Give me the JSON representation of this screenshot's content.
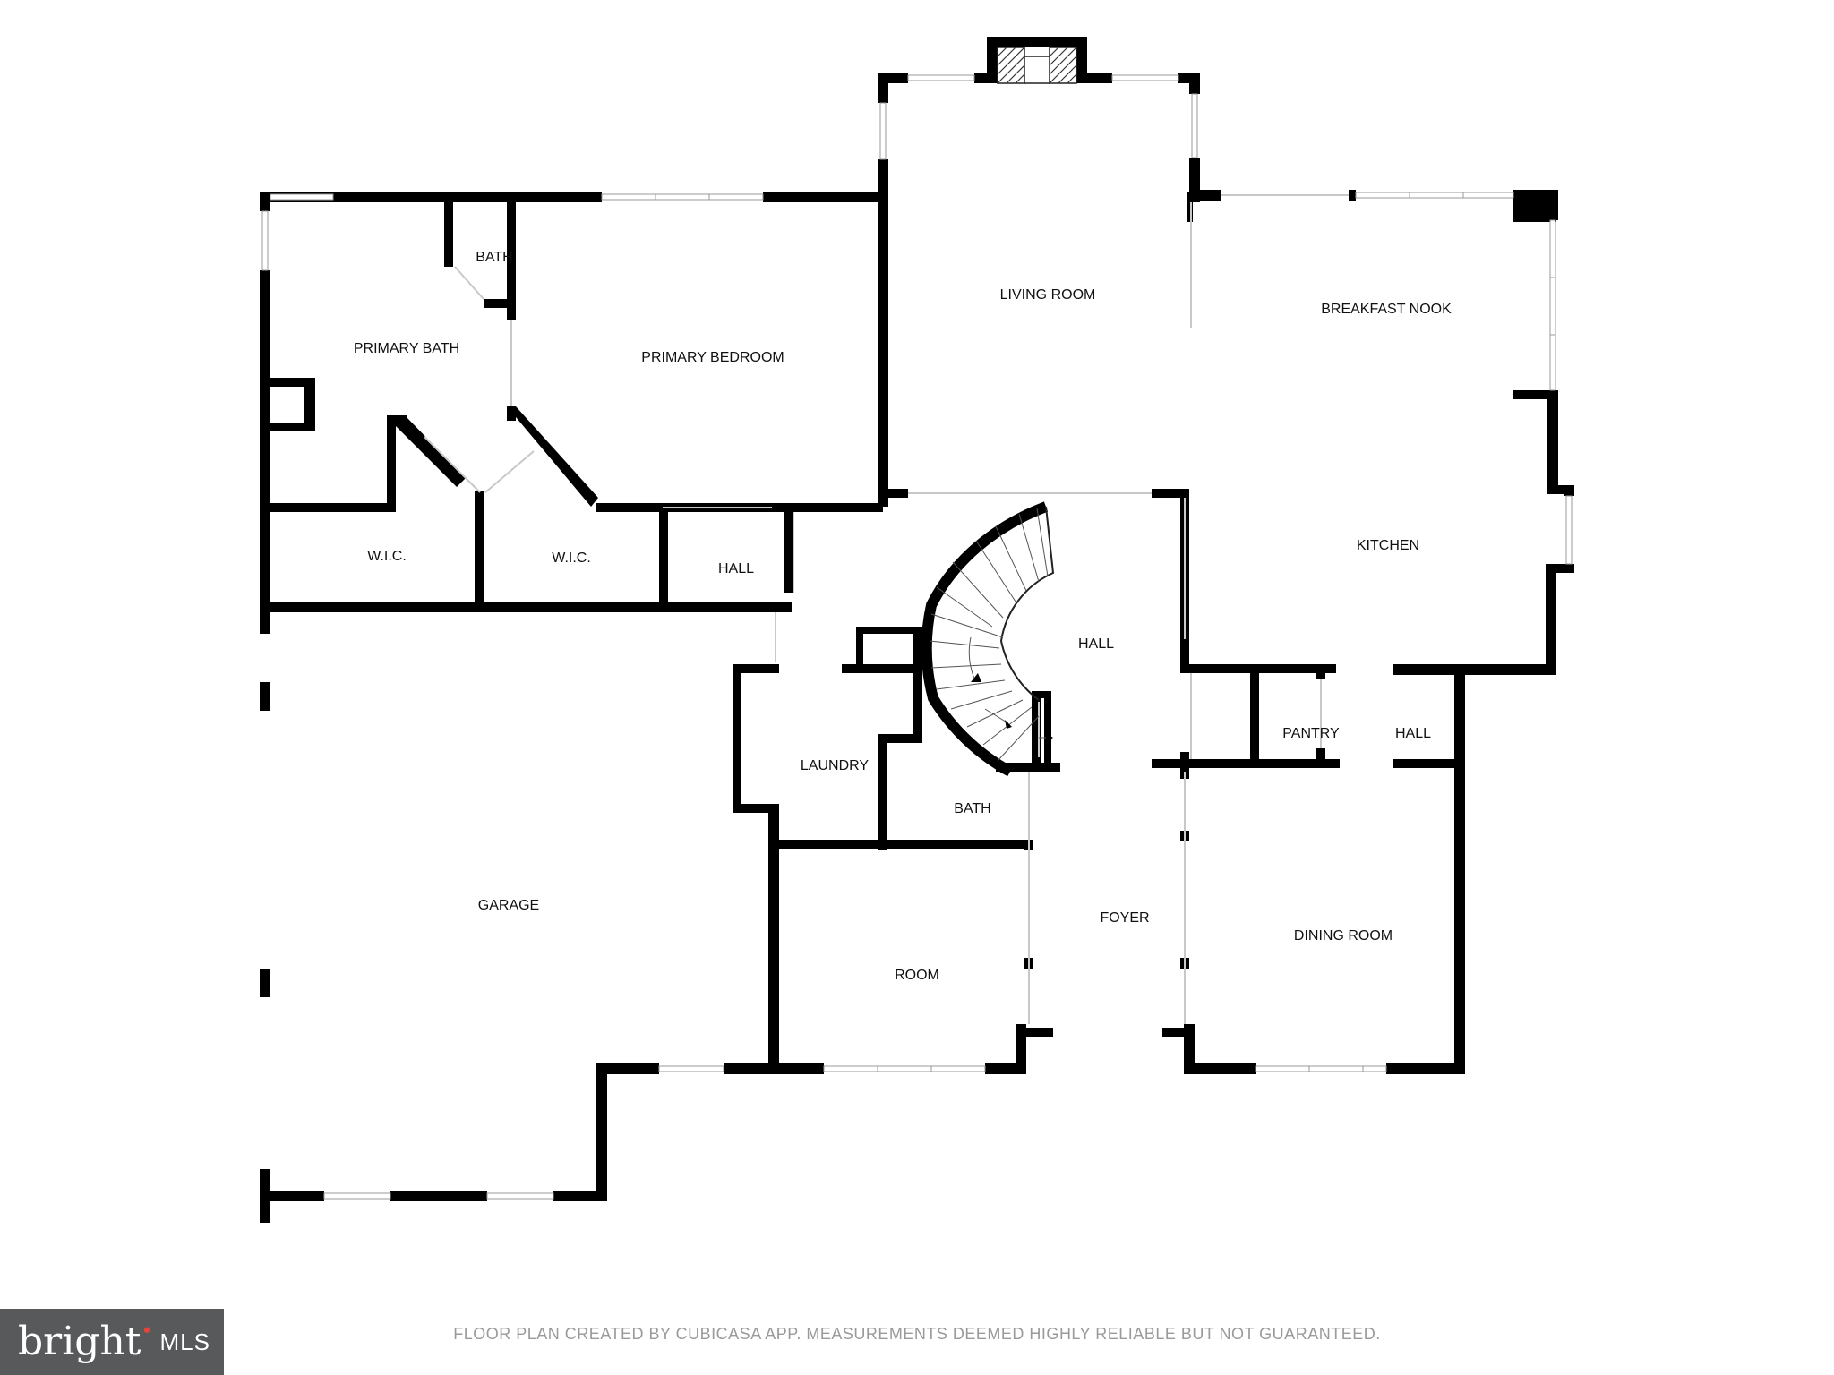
{
  "rooms": [
    {
      "id": "living-room",
      "label": "LIVING ROOM"
    },
    {
      "id": "breakfast-nook",
      "label": "BREAKFAST NOOK"
    },
    {
      "id": "bath-upper",
      "label": "BATH"
    },
    {
      "id": "primary-bath",
      "label": "PRIMARY BATH"
    },
    {
      "id": "primary-bedroom",
      "label": "PRIMARY BEDROOM"
    },
    {
      "id": "kitchen",
      "label": "KITCHEN"
    },
    {
      "id": "wic-left",
      "label": "W.I.C."
    },
    {
      "id": "wic-right",
      "label": "W.I.C."
    },
    {
      "id": "hall-left",
      "label": "HALL"
    },
    {
      "id": "hall-center",
      "label": "HALL"
    },
    {
      "id": "pantry",
      "label": "PANTRY"
    },
    {
      "id": "hall-right",
      "label": "HALL"
    },
    {
      "id": "laundry",
      "label": "LAUNDRY"
    },
    {
      "id": "bath-lower",
      "label": "BATH"
    },
    {
      "id": "garage",
      "label": "GARAGE"
    },
    {
      "id": "foyer",
      "label": "FOYER"
    },
    {
      "id": "dining-room",
      "label": "DINING ROOM"
    },
    {
      "id": "room",
      "label": "ROOM"
    }
  ],
  "footer": "FLOOR PLAN CREATED BY CUBICASA APP. MEASUREMENTS DEEMED HIGHLY RELIABLE BUT NOT GUARANTEED.",
  "logo": {
    "brand_prefix": "brigh",
    "brand_t": "t",
    "brand_mark": "•",
    "mls": "MLS"
  }
}
